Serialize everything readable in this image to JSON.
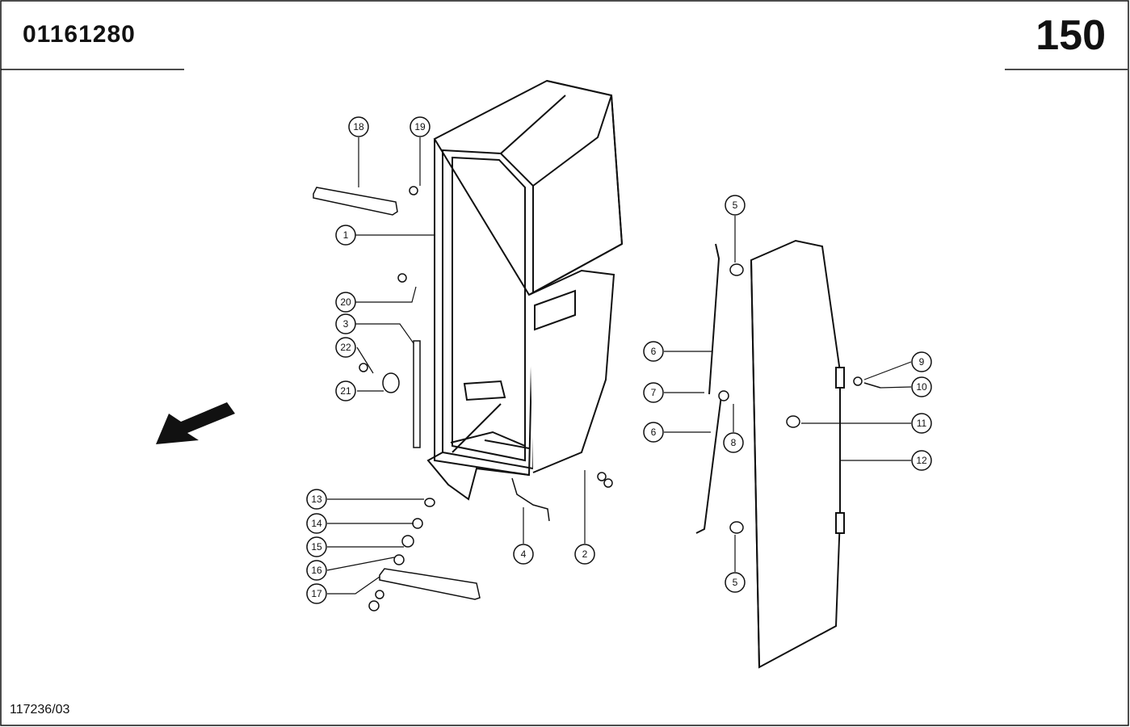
{
  "header": {
    "part_number": "01161280",
    "page_number": "150"
  },
  "footer": {
    "drawing_ref": "117236/03"
  },
  "callouts": [
    "18",
    "19",
    "1",
    "20",
    "3",
    "22",
    "21",
    "13",
    "14",
    "15",
    "16",
    "17",
    "4",
    "2",
    "5",
    "6",
    "7",
    "8",
    "6",
    "5",
    "9",
    "10",
    "11",
    "12"
  ]
}
